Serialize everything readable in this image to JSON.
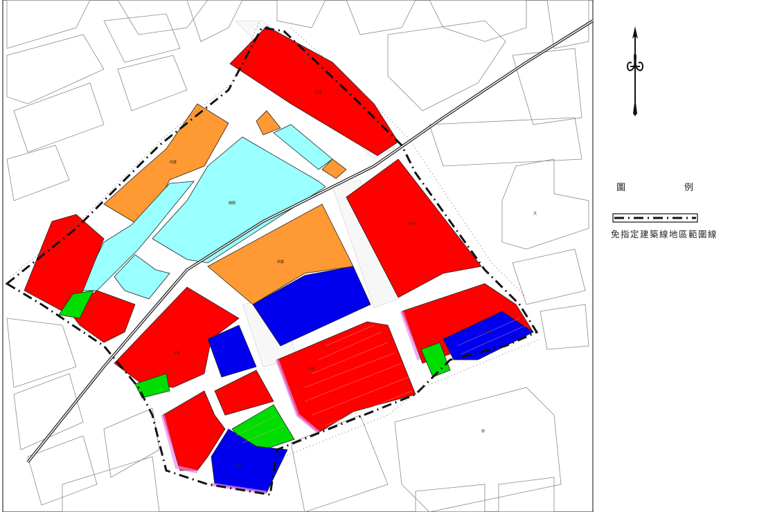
{
  "legend": {
    "title_left": "圖",
    "title_right": "例",
    "item_label": "免指定建築線地區範圍線"
  },
  "colors": {
    "residential": "#ff0000",
    "commercial": "#ff9933",
    "public": "#99ffff",
    "school": "#0000ee",
    "park": "#00dd00",
    "road": "#eeeeee",
    "boundary": "#000000",
    "pink_edge": "#ee88ee"
  },
  "icons": {
    "north_arrow": "north-arrow-icon"
  }
}
